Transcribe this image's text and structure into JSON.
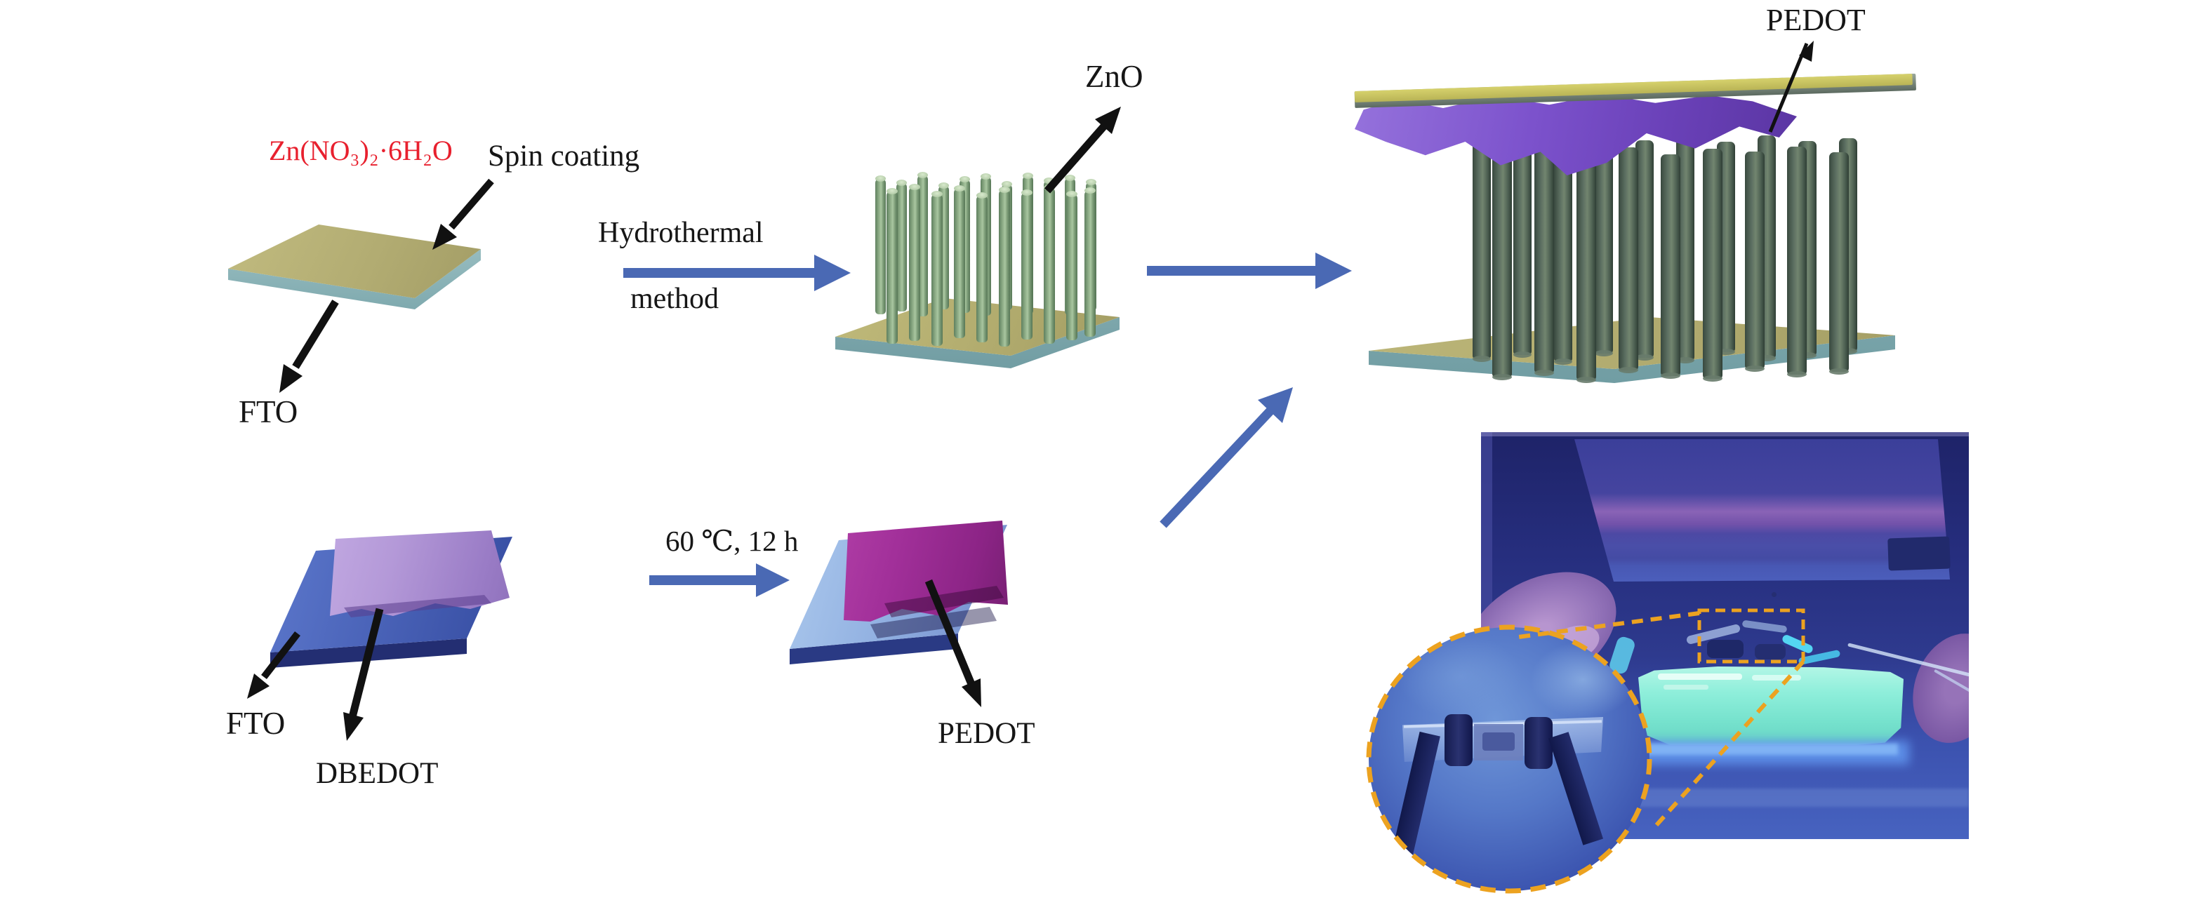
{
  "figure": {
    "title_semantic": "Fabrication scheme of ZnO nanorod / PEDOT device",
    "labels": {
      "precursor": "Zn(NO₃)₂·6H₂O",
      "spin_coating": "Spin coating",
      "hydrothermal_line1": "Hydrothermal",
      "hydrothermal_line2": "method",
      "zno": "ZnO",
      "fto_top": "FTO",
      "temp_condition": "60 ℃, 12 h",
      "fto_bottom": "FTO",
      "dbedot": "DBEDOT",
      "pedot_bottom": "PEDOT",
      "pedot_top": "PEDOT"
    },
    "colors": {
      "precursor_text": "#e8202e",
      "body_text": "#161616",
      "process_arrow_blue": "#4a69b4",
      "callout_arrow_black": "#111111",
      "magnifier_orange": "#eca220",
      "substrate_khaki": "#b2ac72",
      "substrate_glass_teal": "#8fb6ba",
      "zno_rod_green": "#8fae88",
      "device_rod_green": "#5d7062",
      "dbedot_film_lavender": "#b499d8",
      "pedot_film_magenta": "#a2309a",
      "pedot_film_purple": "#7c52cc",
      "fto_blue": "#4d68bc",
      "photo_uv_blue": "#2b3590",
      "photo_glow_cyan": "#8deeda"
    }
  }
}
